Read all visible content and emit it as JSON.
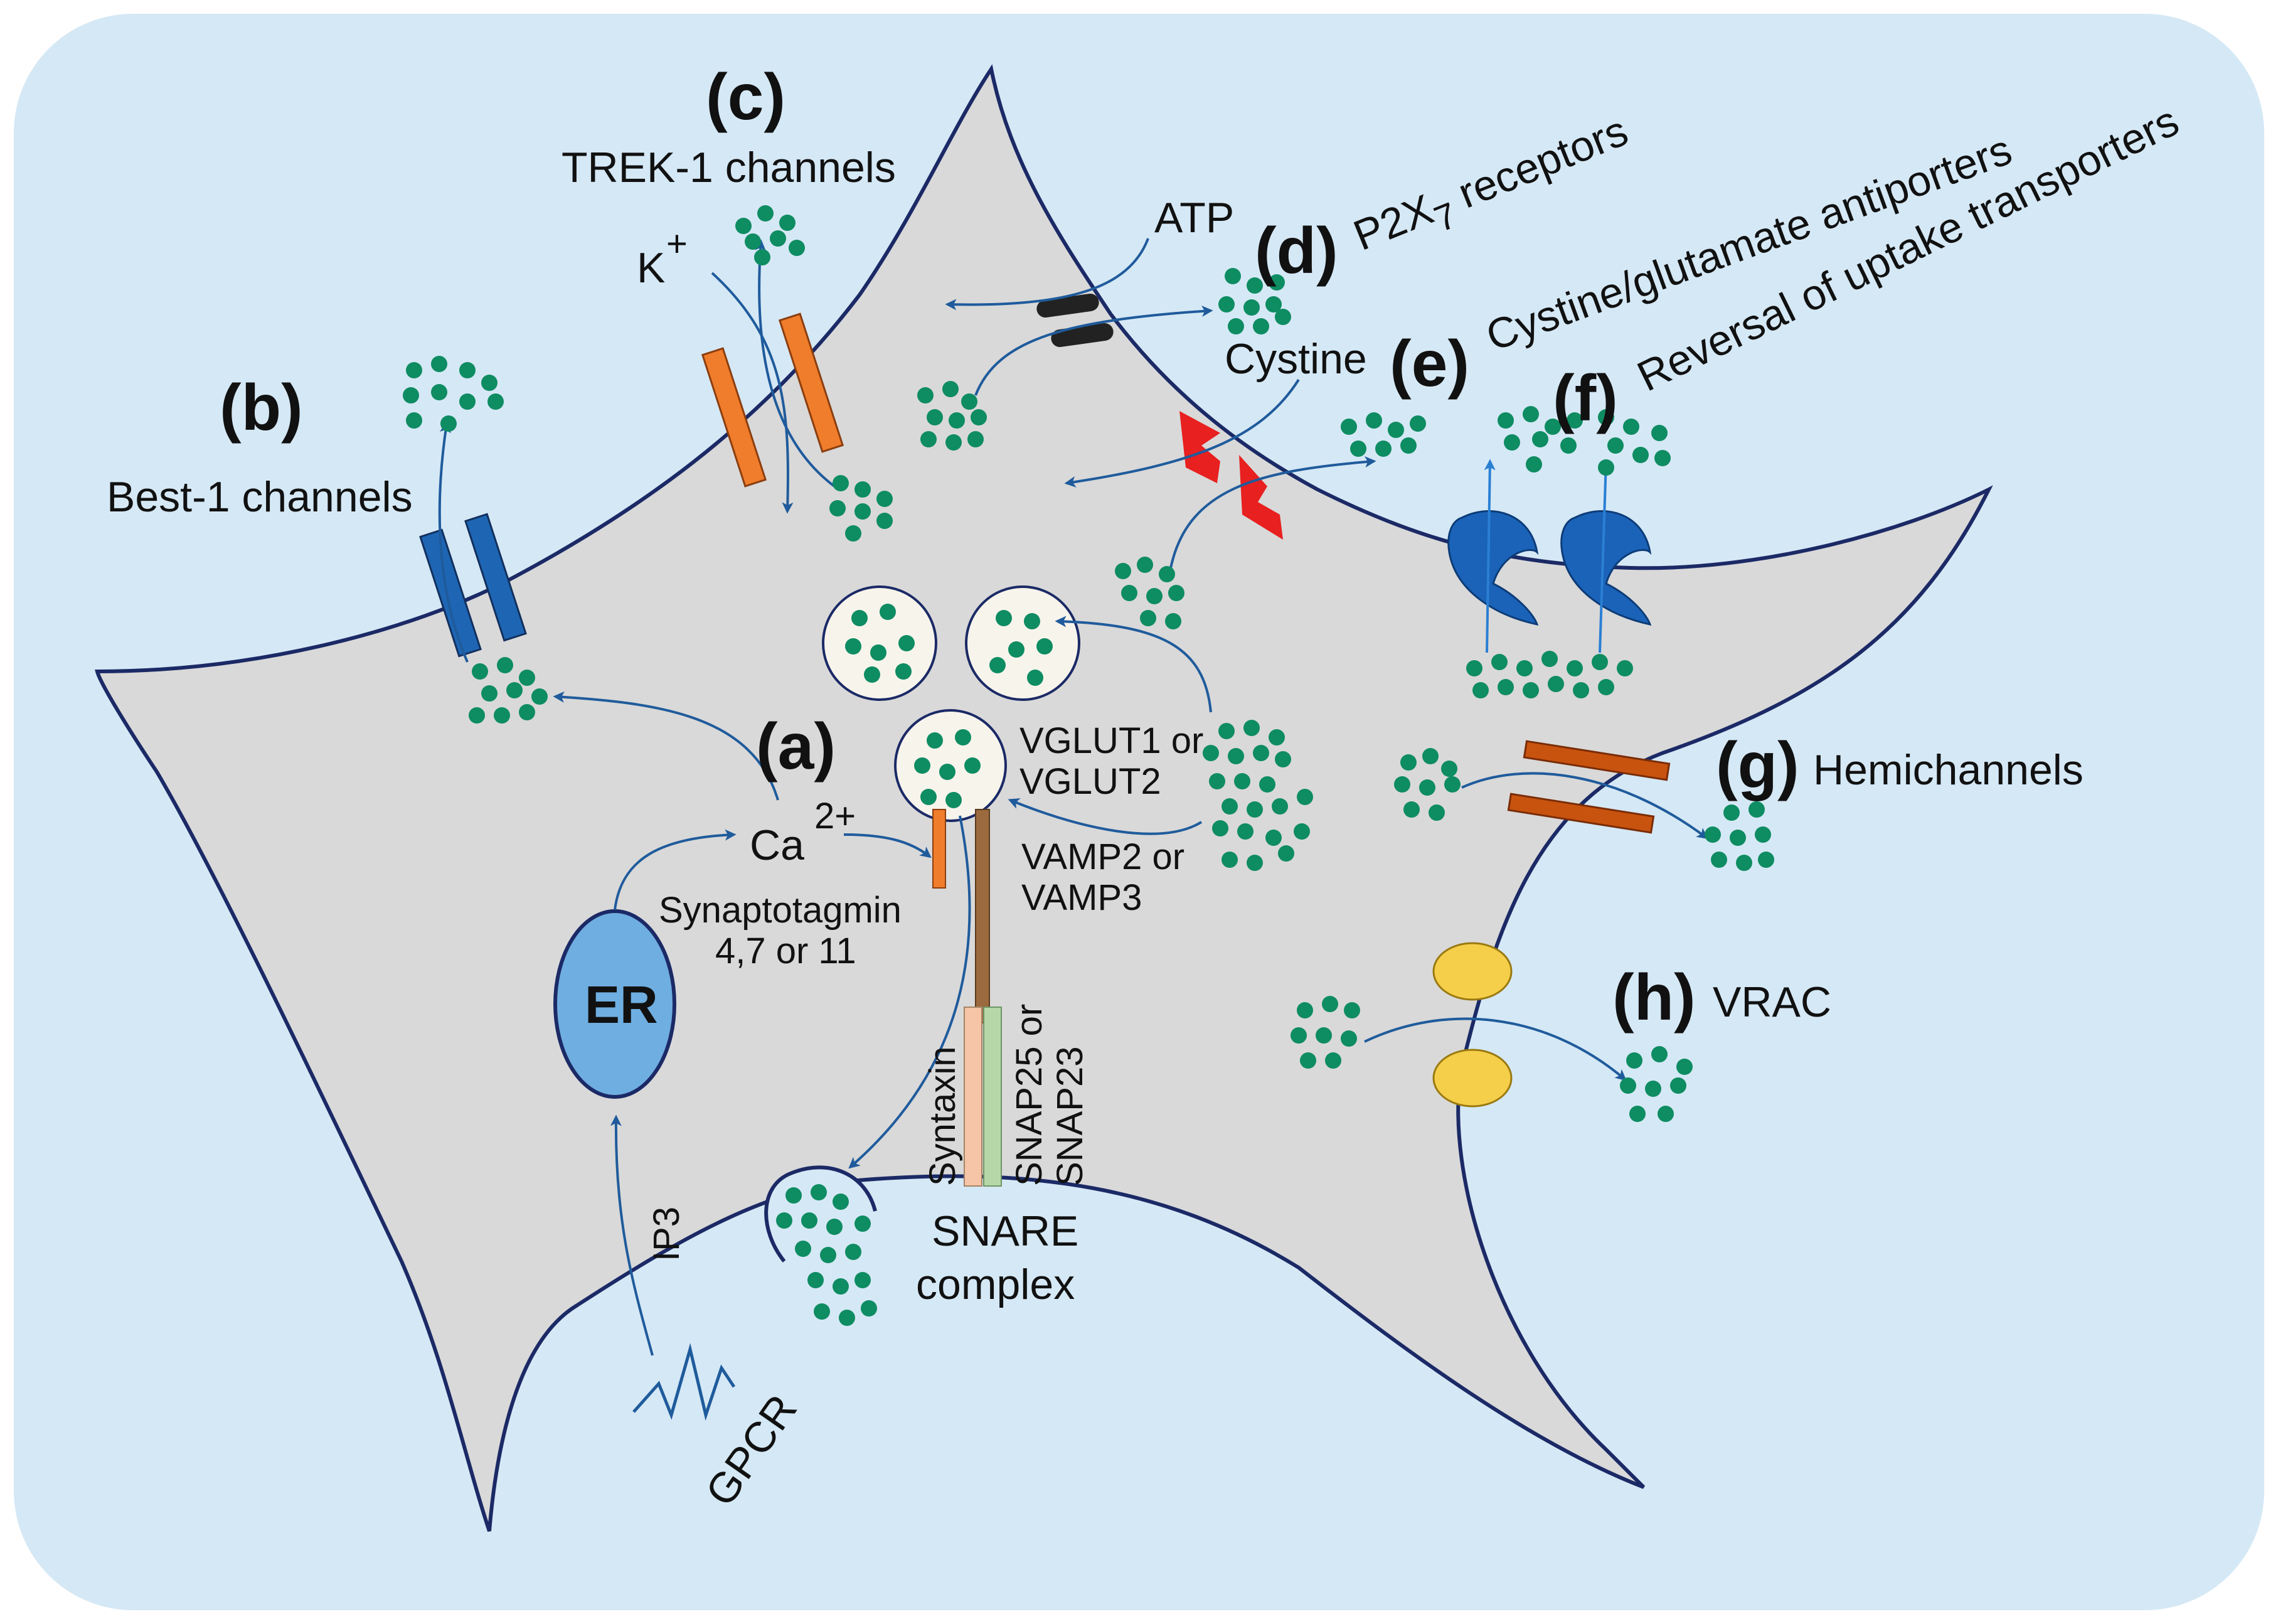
{
  "colors": {
    "background": "#d5e8f5",
    "cell": "#d9d9d9",
    "membrane": "#1b2a66",
    "arrow": "#1f5b9c",
    "glutamate": "#0e8c62",
    "vesicle": "#f7f4ec",
    "best1": "#1e66b4",
    "trek1": "#f07d2b",
    "p2x7": "#222222",
    "antiporter": "#e82020",
    "uptake": "#1b63b8",
    "hemichannel": "#c8530f",
    "vrac": "#f5cf4a",
    "er": "#6faee0",
    "syntaxin": "#f6c4a6",
    "snap": "#b6d8a8",
    "vamp": "#9b6a3e"
  },
  "labels": {
    "a": "(a)",
    "b": "(b)",
    "c": "(c)",
    "d": "(d)",
    "e": "(e)",
    "f": "(f)",
    "g": "(g)",
    "h": "(h)",
    "best1": "Best-1 channels",
    "trek1": "TREK-1 channels",
    "k_ion": "K",
    "k_charge": "+",
    "atp": "ATP",
    "p2x7_pre": "P2X",
    "p2x7_sub": "7",
    "p2x7_post": " receptors",
    "cystine": "Cystine",
    "antiporters": "Cystine/glutamate antiporters",
    "uptake": "Reversal of uptake transporters",
    "hemichannels": "Hemichannels",
    "vrac": "VRAC",
    "ca": "Ca",
    "ca_charge": "2+",
    "synaptotagmin_1": "Synaptotagmin",
    "synaptotagmin_2": "4,7 or 11",
    "vglut_1": "VGLUT1 or",
    "vglut_2": "VGLUT2",
    "vamp_1": "VAMP2 or",
    "vamp_2": "VAMP3",
    "syntaxin": "Syntaxin",
    "snap_1": "SNAP25 or",
    "snap_2": "SNAP23",
    "snare_1": "SNARE",
    "snare_2": "complex",
    "er": "ER",
    "ip3": "IP3",
    "gpcr": "GPCR"
  }
}
